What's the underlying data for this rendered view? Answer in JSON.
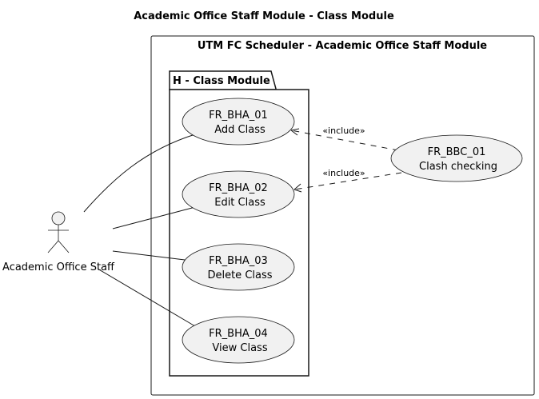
{
  "diagram": {
    "title": "Academic Office Staff Module - Class Module",
    "system": {
      "title": "UTM FC Scheduler - Academic Office Staff Module"
    },
    "package": {
      "title": "H - Class Module"
    },
    "actor": {
      "label": "Academic Office Staff"
    },
    "use_cases": [
      {
        "id": "FR_BHA_01",
        "name": "Add Class"
      },
      {
        "id": "FR_BHA_02",
        "name": "Edit Class"
      },
      {
        "id": "FR_BHA_03",
        "name": "Delete Class"
      },
      {
        "id": "FR_BHA_04",
        "name": "View Class"
      }
    ],
    "external_use_case": {
      "id": "FR_BBC_01",
      "name": "Clash checking"
    },
    "relations": [
      {
        "label": "«include»"
      },
      {
        "label": "«include»"
      }
    ]
  }
}
